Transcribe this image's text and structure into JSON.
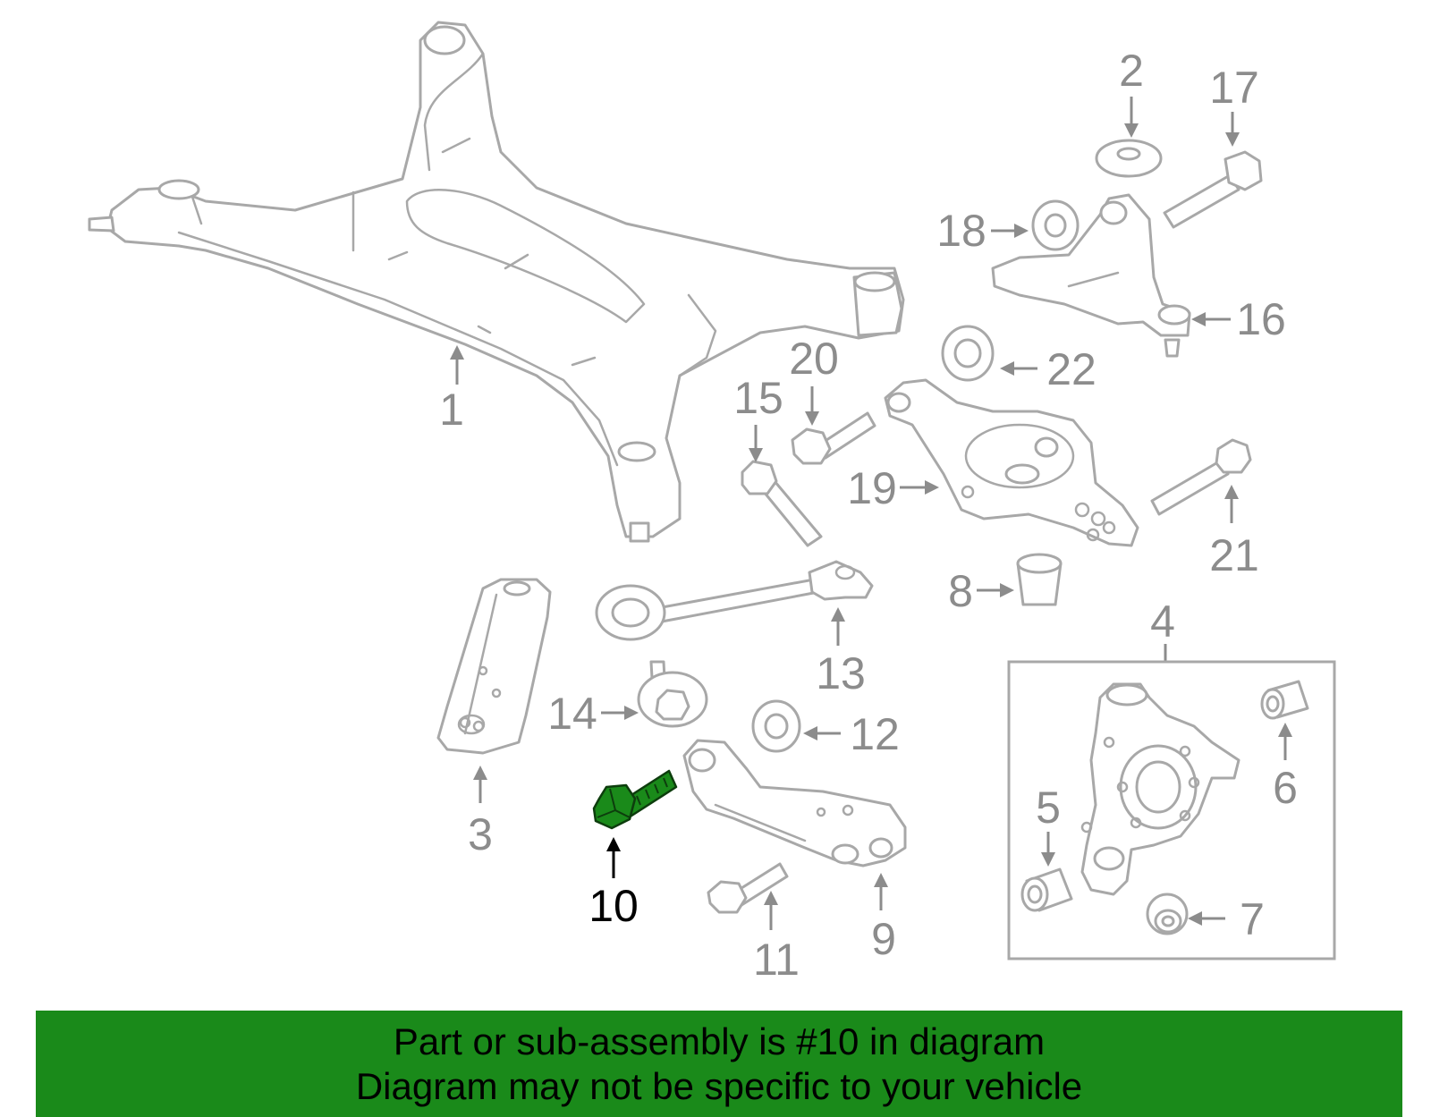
{
  "callouts": {
    "c1": "1",
    "c2": "2",
    "c3": "3",
    "c4": "4",
    "c5": "5",
    "c6": "6",
    "c7": "7",
    "c8": "8",
    "c9": "9",
    "c10": "10",
    "c11": "11",
    "c12": "12",
    "c13": "13",
    "c14": "14",
    "c15": "15",
    "c16": "16",
    "c17": "17",
    "c18": "18",
    "c19": "19",
    "c20": "20",
    "c21": "21",
    "c22": "22"
  },
  "highlight": {
    "part_number": "10",
    "color": "#1a8a1a"
  },
  "banner": {
    "line1": "Part or sub-assembly is #10 in diagram",
    "line2": "Diagram may not be specific to your vehicle"
  }
}
